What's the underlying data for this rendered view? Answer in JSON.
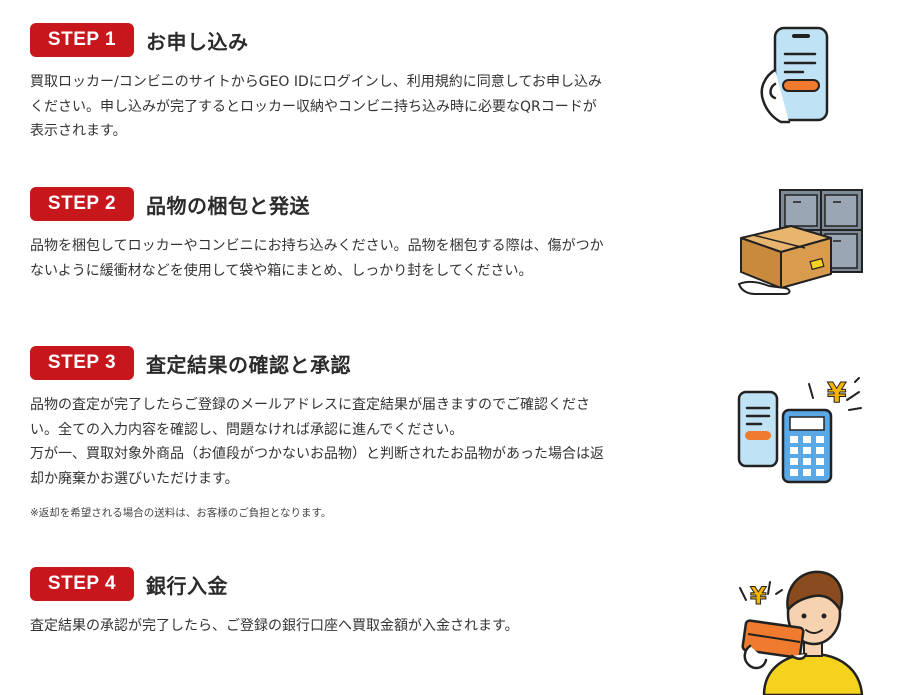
{
  "steps": [
    {
      "badge": "STEP 1",
      "title": "お申し込み",
      "lines": [
        "買取ロッカー/コンビニのサイトからGEO IDにログインし、利用規約に同意してお申し込み",
        "ください。申し込みが完了するとロッカー収納やコンビニ持ち込み時に必要なQRコードが",
        "表示されます。"
      ],
      "icon": "smartphone-hand-icon"
    },
    {
      "badge": "STEP 2",
      "title": "品物の梱包と発送",
      "lines": [
        "品物を梱包してロッカーやコンビニにお持ち込みください。品物を梱包する際は、傷がつか",
        "ないように緩衝材などを使用して袋や箱にまとめ、しっかり封をしてください。"
      ],
      "icon": "box-locker-icon"
    },
    {
      "badge": "STEP 3",
      "title": "査定結果の確認と承認",
      "lines": [
        "品物の査定が完了したらご登録のメールアドレスに査定結果が届きますのでご確認くださ",
        "い。全ての入力内容を確認し、問題なければ承認に進んでください。",
        "万が一、買取対象外商品（お値段がつかないお品物）と判断されたお品物があった場合は返",
        "却か廃棄かお選びいただけます。"
      ],
      "note": "※返却を希望される場合の送料は、お客様のご負担となります。",
      "icon": "phone-calculator-yen-icon"
    },
    {
      "badge": "STEP 4",
      "title": "銀行入金",
      "lines": [
        "査定結果の承認が完了したら、ご登録の銀行口座へ買取金額が入金されます。"
      ],
      "icon": "person-card-yen-icon"
    }
  ],
  "colors": {
    "badge": "#c8161d",
    "accent_orange": "#f07b2e",
    "phone_blue": "#bfe3f5",
    "yen_yellow": "#f5b400",
    "person_yellow": "#f5d21e"
  }
}
